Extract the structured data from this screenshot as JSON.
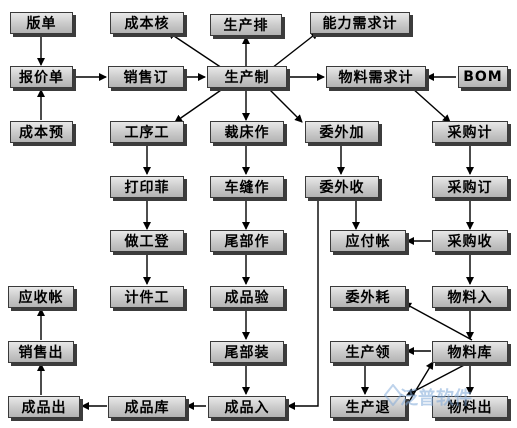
{
  "nodes": {
    "n_banqie": "版单",
    "n_baojia": "报价单",
    "n_chengbenyu": "成本预",
    "n_chengbenhe": "成本核",
    "n_xiaoshouding": "销售订",
    "n_shengchanpai": "生产排",
    "n_shengchanzhi": "生产制",
    "n_nengli": "能力需求计",
    "n_wuliaoxuqiu": "物料需求计",
    "n_bom": "BOM",
    "n_gongxu": "工序工",
    "n_caichuang": "裁床作",
    "n_weiwaijia": "委外加",
    "n_caigouji": "采购计",
    "n_dayin": "打印菲",
    "n_chefeng": "车缝作",
    "n_weiwaishou": "委外收",
    "n_caigouding": "采购订",
    "n_zuogong": "做工登",
    "n_weibuzuo": "尾部作",
    "n_yingfu": "应付帐",
    "n_caigoushou": "采购收",
    "n_yingshou": "应收帐",
    "n_jijian": "计件工",
    "n_chengpinyan": "成品验",
    "n_weiwaihao": "委外耗",
    "n_wuliaoru": "物料入",
    "n_xiaoshouchu": "销售出",
    "n_weibuzhuang": "尾部装",
    "n_shengchanling": "生产领",
    "n_wuliaoku": "物料库",
    "n_chengpinchu": "成品出",
    "n_chengpinku": "成品库",
    "n_chengpinru": "成品入",
    "n_shengchantui": "生产退",
    "n_wuliaochu": "物料出"
  },
  "watermark": "泛普软件",
  "colors": {
    "box_fill": "#c9c9c9",
    "box_border": "#3a3a3a",
    "shadow": "#3c3c3c",
    "arrow": "#000000",
    "watermark": "#7fa8d8"
  }
}
